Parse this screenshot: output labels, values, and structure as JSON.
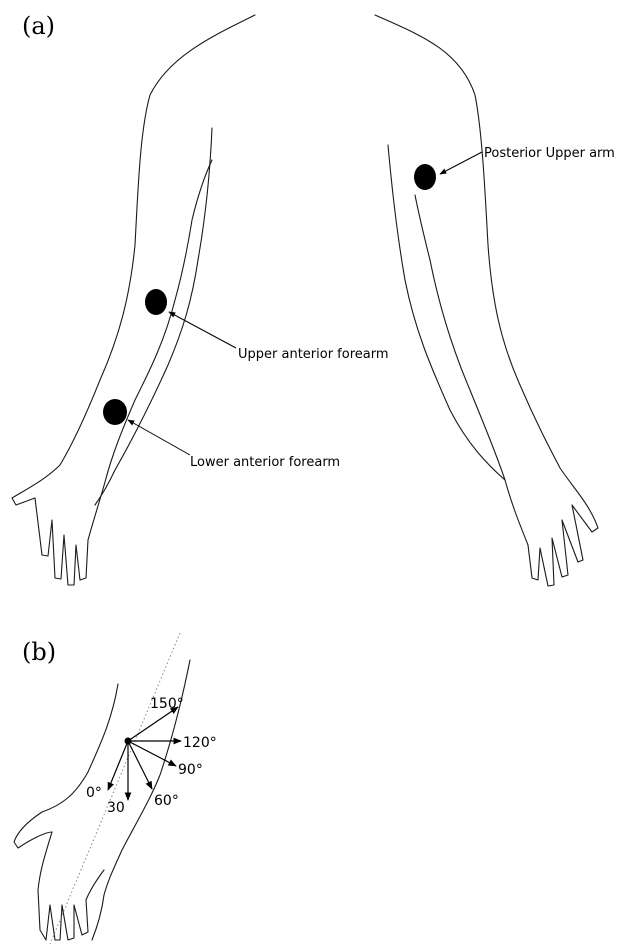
{
  "panel_a": {
    "label": "(a)",
    "sites": [
      {
        "id": "posterior-upper-arm",
        "label": "Posterior Upper arm"
      },
      {
        "id": "upper-anterior-forearm",
        "label": "Upper anterior forearm"
      },
      {
        "id": "lower-anterior-forearm",
        "label": "Lower anterior  forearm"
      }
    ]
  },
  "panel_b": {
    "label": "(b)",
    "angles": [
      "150°",
      "120°",
      "90°",
      "60°",
      "30",
      "0°"
    ]
  },
  "colors": {
    "ink": "#000000",
    "outline": "#1a1a1a",
    "background": "#ffffff"
  }
}
